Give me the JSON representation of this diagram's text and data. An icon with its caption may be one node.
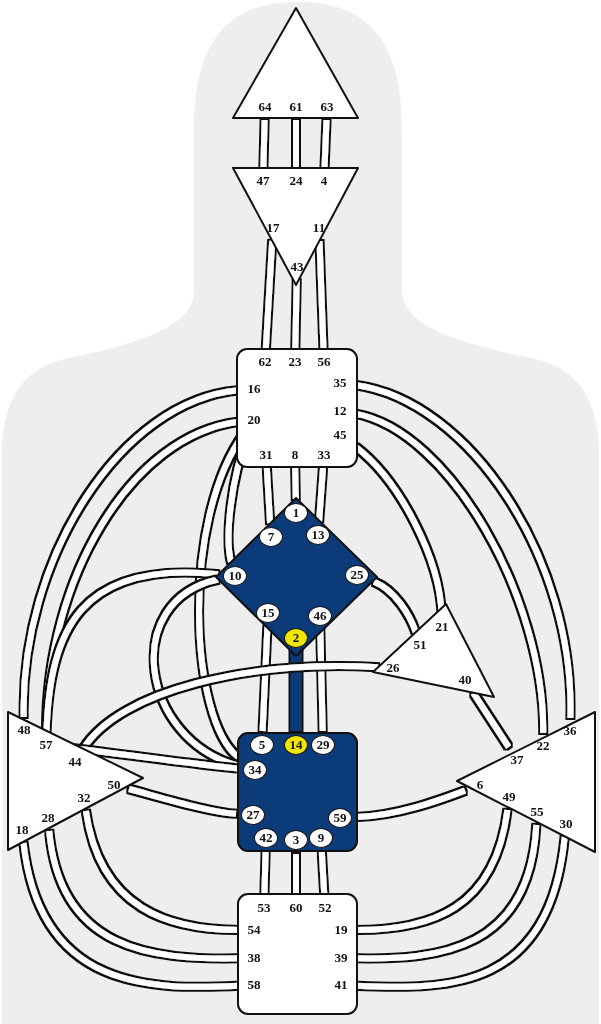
{
  "diagram": {
    "nodes": [
      {
        "text": [],
        "shape": "triangle"
      },
      {
        "text": [
          "64"
        ],
        "in": 0
      },
      {
        "text": [
          "61"
        ],
        "in": 0
      },
      {
        "text": [
          "63"
        ],
        "in": 0
      },
      {
        "text": [],
        "shape": "triangle"
      },
      {
        "text": [
          "47"
        ],
        "in": 4
      },
      {
        "text": [
          "24"
        ],
        "in": 4
      },
      {
        "text": [
          "4"
        ],
        "in": 4
      },
      {
        "text": [
          "17"
        ],
        "in": 4
      },
      {
        "text": [
          "11"
        ],
        "in": 4
      },
      {
        "text": [
          "43"
        ],
        "in": 4
      },
      {
        "text": [],
        "shape": "box"
      },
      {
        "text": [
          "62"
        ],
        "in": 11
      },
      {
        "text": [
          "23"
        ],
        "in": 11
      },
      {
        "text": [
          "56"
        ],
        "in": 11
      },
      {
        "text": [
          "16"
        ],
        "in": 11
      },
      {
        "text": [
          "35"
        ],
        "in": 11
      },
      {
        "text": [
          "20"
        ],
        "in": 11
      },
      {
        "text": [
          "12"
        ],
        "in": 11
      },
      {
        "text": [
          "45"
        ],
        "in": 11
      },
      {
        "text": [
          "31"
        ],
        "in": 11
      },
      {
        "text": [
          "8"
        ],
        "in": 11
      },
      {
        "text": [
          "33"
        ],
        "in": 11
      },
      {
        "text": [],
        "shape": "diamond"
      },
      {
        "text": [
          "1"
        ],
        "in": 23
      },
      {
        "text": [
          "7"
        ],
        "in": 23
      },
      {
        "text": [
          "13"
        ],
        "in": 23
      },
      {
        "text": [
          "10"
        ],
        "in": 23
      },
      {
        "text": [
          "25"
        ],
        "in": 23
      },
      {
        "text": [
          "15"
        ],
        "in": 23
      },
      {
        "text": [
          "46"
        ],
        "in": 23
      },
      {
        "text": [
          "2"
        ],
        "in": 23
      },
      {
        "text": [],
        "shape": "triangle"
      },
      {
        "text": [
          "21"
        ],
        "in": 32
      },
      {
        "text": [
          "51"
        ],
        "in": 32
      },
      {
        "text": [
          "26"
        ],
        "in": 32
      },
      {
        "text": [
          "40"
        ],
        "in": 32
      },
      {
        "text": [],
        "shape": "triangle"
      },
      {
        "text": [
          "48"
        ],
        "in": 37
      },
      {
        "text": [
          "57"
        ],
        "in": 37
      },
      {
        "text": [
          "44"
        ],
        "in": 37
      },
      {
        "text": [
          "50"
        ],
        "in": 37
      },
      {
        "text": [
          "32"
        ],
        "in": 37
      },
      {
        "text": [
          "28"
        ],
        "in": 37
      },
      {
        "text": [
          "18"
        ],
        "in": 37
      },
      {
        "text": [],
        "shape": "box"
      },
      {
        "text": [
          "5"
        ],
        "in": 45
      },
      {
        "text": [
          "14"
        ],
        "in": 45
      },
      {
        "text": [
          "29"
        ],
        "in": 45
      },
      {
        "text": [
          "34"
        ],
        "in": 45
      },
      {
        "text": [
          "27"
        ],
        "in": 45
      },
      {
        "text": [
          "59"
        ],
        "in": 45
      },
      {
        "text": [
          "42"
        ],
        "in": 45
      },
      {
        "text": [
          "3"
        ],
        "in": 45
      },
      {
        "text": [
          "9"
        ],
        "in": 45
      },
      {
        "text": [],
        "shape": "triangle"
      },
      {
        "text": [
          "36"
        ],
        "in": 55
      },
      {
        "text": [
          "22"
        ],
        "in": 55
      },
      {
        "text": [
          "37"
        ],
        "in": 55
      },
      {
        "text": [
          "6"
        ],
        "in": 55
      },
      {
        "text": [
          "49"
        ],
        "in": 55
      },
      {
        "text": [
          "55"
        ],
        "in": 55
      },
      {
        "text": [
          "30"
        ],
        "in": 55
      },
      {
        "text": [],
        "shape": "box"
      },
      {
        "text": [
          "53"
        ],
        "in": 63
      },
      {
        "text": [
          "60"
        ],
        "in": 63
      },
      {
        "text": [
          "52"
        ],
        "in": 63
      },
      {
        "text": [
          "54"
        ],
        "in": 63
      },
      {
        "text": [
          "19"
        ],
        "in": 63
      },
      {
        "text": [
          "38"
        ],
        "in": 63
      },
      {
        "text": [
          "39"
        ],
        "in": 63
      },
      {
        "text": [
          "58"
        ],
        "in": 63
      },
      {
        "text": [
          "41"
        ],
        "in": 63
      }
    ],
    "edges": [
      {
        "from": 1,
        "to": 5,
        "arrow": "none"
      },
      {
        "from": 2,
        "to": 6,
        "arrow": "none"
      },
      {
        "from": 3,
        "to": 7,
        "arrow": "none"
      },
      {
        "from": 8,
        "to": 12,
        "arrow": "none"
      },
      {
        "from": 10,
        "to": 13,
        "arrow": "none"
      },
      {
        "from": 9,
        "to": 14,
        "arrow": "none"
      },
      {
        "from": 15,
        "to": 38,
        "arrow": "none"
      },
      {
        "from": 17,
        "to": 39,
        "arrow": "none"
      },
      {
        "from": 17,
        "to": 49,
        "arrow": "none"
      },
      {
        "from": 17,
        "to": 27,
        "arrow": "none"
      },
      {
        "from": 16,
        "to": 56,
        "arrow": "none"
      },
      {
        "from": 18,
        "to": 57,
        "arrow": "none"
      },
      {
        "from": 19,
        "to": 33,
        "arrow": "none"
      },
      {
        "from": 20,
        "to": 25,
        "arrow": "none"
      },
      {
        "from": 21,
        "to": 24,
        "arrow": "none"
      },
      {
        "from": 22,
        "to": 26,
        "arrow": "none"
      },
      {
        "from": 27,
        "to": 39,
        "arrow": "none"
      },
      {
        "from": 27,
        "to": 49,
        "arrow": "none"
      },
      {
        "from": 28,
        "to": 34,
        "arrow": "none"
      },
      {
        "from": 29,
        "to": 46,
        "arrow": "none"
      },
      {
        "from": 31,
        "to": 47,
        "arrow": "none",
        "style": "thick",
        "color": "#0b3b78"
      },
      {
        "from": 30,
        "to": 48,
        "arrow": "none"
      },
      {
        "from": 35,
        "to": 40,
        "arrow": "none"
      },
      {
        "from": 36,
        "to": 58,
        "arrow": "none"
      },
      {
        "from": 39,
        "to": 49,
        "arrow": "none"
      },
      {
        "from": 41,
        "to": 50,
        "arrow": "none"
      },
      {
        "from": 51,
        "to": 59,
        "arrow": "none"
      },
      {
        "from": 52,
        "to": 64,
        "arrow": "none"
      },
      {
        "from": 53,
        "to": 65,
        "arrow": "none"
      },
      {
        "from": 54,
        "to": 66,
        "arrow": "none"
      },
      {
        "from": 44,
        "to": 71,
        "arrow": "none"
      },
      {
        "from": 43,
        "to": 69,
        "arrow": "none"
      },
      {
        "from": 42,
        "to": 67,
        "arrow": "none"
      },
      {
        "from": 62,
        "to": 72,
        "arrow": "none"
      },
      {
        "from": 61,
        "to": 70,
        "arrow": "none"
      },
      {
        "from": 60,
        "to": 68,
        "arrow": "none"
      }
    ]
  }
}
